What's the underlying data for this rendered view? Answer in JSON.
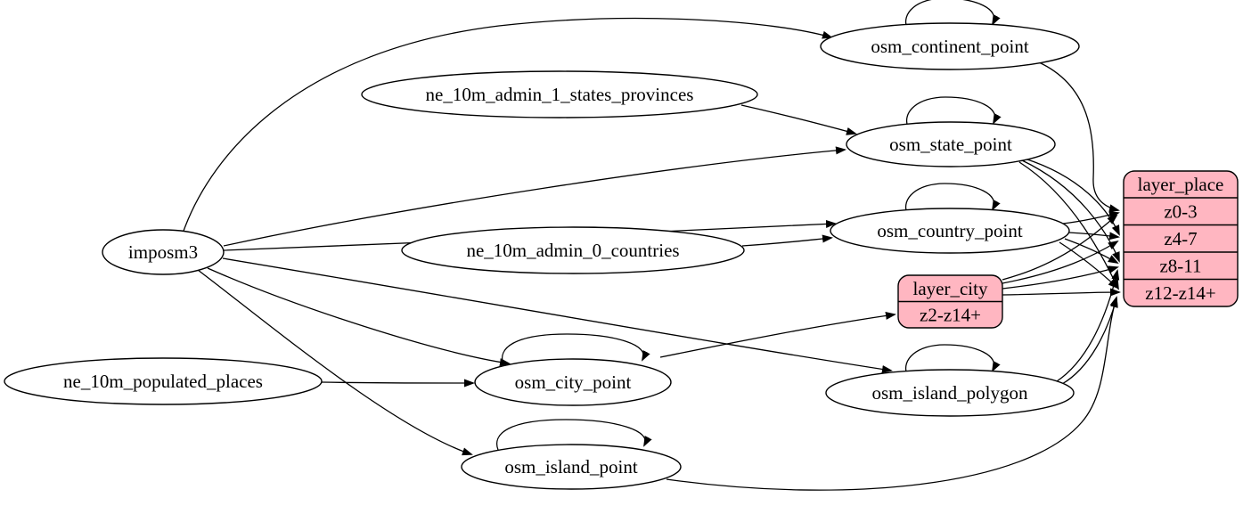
{
  "diagram": {
    "colors": {
      "background": "#ffffff",
      "ellipse_fill": "#ffffff",
      "record_fill": "#ffb6c1",
      "stroke": "#000000"
    },
    "nodes": [
      {
        "id": "imposm3",
        "type": "ellipse",
        "label": "imposm3"
      },
      {
        "id": "ne_10m_admin_1_states_provinces",
        "type": "ellipse",
        "label": "ne_10m_admin_1_states_provinces"
      },
      {
        "id": "ne_10m_admin_0_countries",
        "type": "ellipse",
        "label": "ne_10m_admin_0_countries"
      },
      {
        "id": "ne_10m_populated_places",
        "type": "ellipse",
        "label": "ne_10m_populated_places"
      },
      {
        "id": "osm_continent_point",
        "type": "ellipse",
        "label": "osm_continent_point"
      },
      {
        "id": "osm_state_point",
        "type": "ellipse",
        "label": "osm_state_point"
      },
      {
        "id": "osm_country_point",
        "type": "ellipse",
        "label": "osm_country_point"
      },
      {
        "id": "osm_city_point",
        "type": "ellipse",
        "label": "osm_city_point"
      },
      {
        "id": "osm_island_polygon",
        "type": "ellipse",
        "label": "osm_island_polygon"
      },
      {
        "id": "osm_island_point",
        "type": "ellipse",
        "label": "osm_island_point"
      },
      {
        "id": "layer_city",
        "type": "record",
        "label": "layer_city",
        "rows": [
          {
            "label": "z2-z14+"
          }
        ]
      },
      {
        "id": "layer_place",
        "type": "record",
        "label": "layer_place",
        "rows": [
          {
            "label": "z0-3"
          },
          {
            "label": "z4-7"
          },
          {
            "label": "z8-11"
          },
          {
            "label": "z12-z14+"
          }
        ]
      }
    ],
    "edges": [
      {
        "from": "imposm3",
        "to": "osm_continent_point"
      },
      {
        "from": "imposm3",
        "to": "osm_state_point"
      },
      {
        "from": "imposm3",
        "to": "osm_country_point"
      },
      {
        "from": "imposm3",
        "to": "osm_city_point"
      },
      {
        "from": "imposm3",
        "to": "osm_island_polygon"
      },
      {
        "from": "imposm3",
        "to": "osm_island_point"
      },
      {
        "from": "ne_10m_admin_1_states_provinces",
        "to": "osm_state_point"
      },
      {
        "from": "ne_10m_admin_0_countries",
        "to": "osm_country_point"
      },
      {
        "from": "ne_10m_populated_places",
        "to": "osm_city_point"
      },
      {
        "from": "osm_continent_point",
        "to": "osm_continent_point"
      },
      {
        "from": "osm_state_point",
        "to": "osm_state_point"
      },
      {
        "from": "osm_country_point",
        "to": "osm_country_point"
      },
      {
        "from": "osm_city_point",
        "to": "osm_city_point"
      },
      {
        "from": "osm_island_polygon",
        "to": "osm_island_polygon"
      },
      {
        "from": "osm_island_point",
        "to": "osm_island_point"
      },
      {
        "from": "osm_continent_point",
        "to": "layer_place",
        "to_port": "z0-3"
      },
      {
        "from": "osm_state_point",
        "to": "layer_place",
        "to_port": "z4-7"
      },
      {
        "from": "osm_state_point",
        "to": "layer_place",
        "to_port": "z8-11"
      },
      {
        "from": "osm_state_point",
        "to": "layer_place",
        "to_port": "z12-z14+"
      },
      {
        "from": "osm_country_point",
        "to": "layer_place",
        "to_port": "z0-3"
      },
      {
        "from": "osm_country_point",
        "to": "layer_place",
        "to_port": "z4-7"
      },
      {
        "from": "osm_country_point",
        "to": "layer_place",
        "to_port": "z8-11"
      },
      {
        "from": "osm_country_point",
        "to": "layer_place",
        "to_port": "z12-z14+"
      },
      {
        "from": "osm_city_point",
        "to": "layer_city",
        "to_port": "z2-z14+"
      },
      {
        "from": "layer_city",
        "to": "layer_place",
        "to_port": "z0-3"
      },
      {
        "from": "layer_city",
        "to": "layer_place",
        "to_port": "z4-7"
      },
      {
        "from": "layer_city",
        "to": "layer_place",
        "to_port": "z8-11"
      },
      {
        "from": "layer_city",
        "to": "layer_place",
        "to_port": "z12-z14+"
      },
      {
        "from": "osm_island_polygon",
        "to": "layer_place",
        "to_port": "z8-11"
      },
      {
        "from": "osm_island_polygon",
        "to": "layer_place",
        "to_port": "z12-z14+"
      },
      {
        "from": "osm_island_point",
        "to": "layer_place",
        "to_port": "z12-z14+"
      }
    ]
  }
}
